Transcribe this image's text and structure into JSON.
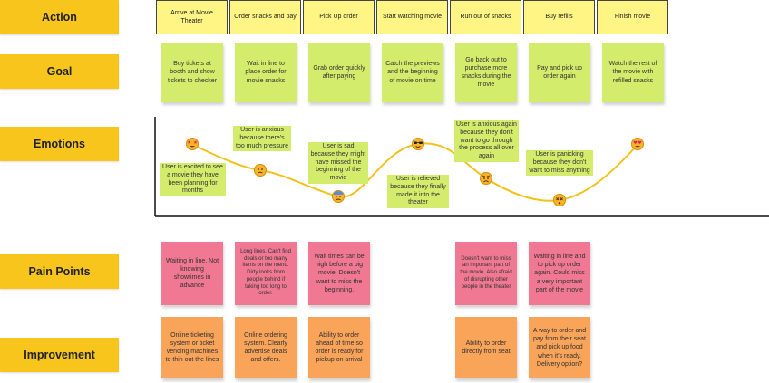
{
  "row_labels": {
    "action": "Action",
    "goal": "Goal",
    "emotions": "Emotions",
    "pain_points": "Pain Points",
    "improvement": "Improvement"
  },
  "actions": [
    "Arrive at Movie Theater",
    "Order snacks and pay",
    "Pick Up order",
    "Start watching movie",
    "Run out of snacks",
    "Buy refills",
    "Finish movie"
  ],
  "goals": [
    "Buy tickets at booth and show tickets to checker",
    "Wait in line to place order for movie snacks",
    "Grab order quickly after paying",
    "Catch the previews and the beginning of movie on time",
    "Go back out to purchase more snacks during the movie",
    "Pay and pick up order again",
    "Watch the rest of the movie with refilled snacks"
  ],
  "emotions": [
    "User is excited to see a movie they have been planning for months",
    "User is anxious because there's too much pressure",
    "User is sad because they might have missed the beginning of the movie",
    "User is relieved because they finally made it into the theater",
    "User is anxious again because they don't want to go through the process all over again",
    "User is panicking because they don't want to miss anything"
  ],
  "emotion_faces": [
    "star-struck-emoji-icon",
    "anxious-emoji-icon",
    "sad-sweat-emoji-icon",
    "cool-sunglasses-emoji-icon",
    "worried-emoji-icon",
    "dizzy-emoji-icon",
    "heart-eyes-emoji-icon"
  ],
  "pain_points": [
    "Waiting in line, Not knowing showtimes in advance",
    "Long lines. Can't find deals or too many items on the menu. Dirty looks from people behind if taking too long to order.",
    "Wait times can be high before a big movie. Doesn't want to miss the beginning.",
    "Doesn't want to miss an important part of the movie. Also afraid of disrupting other people in the theater",
    "Waiting in line and to pick up order again. Could miss a very important part of the movie"
  ],
  "improvements": [
    "Online ticketing system or ticket vending machines to thin out the lines",
    "Online ordering system. Clearly advertise deals and offers.",
    "Ability to order ahead of time so order is ready for pickup on arrival",
    "Ability to order directly from seat",
    "A way to order and pay from their seat and pick up food when it's ready. Delivery option?"
  ],
  "colors": {
    "label_yellow": "#f7c51c",
    "action_yellow": "#fff585",
    "sticky_green": "#d3ec6c",
    "sticky_pink": "#f07892",
    "sticky_orange": "#faa45a",
    "curve": "#f2c21a"
  }
}
